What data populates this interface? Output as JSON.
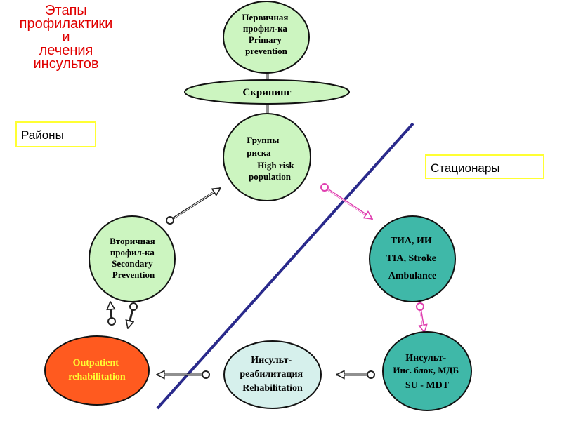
{
  "title": {
    "lines": [
      "Этапы",
      "профилактики",
      "и",
      "лечения",
      "инсультов"
    ]
  },
  "labels": {
    "districts": "Районы",
    "hospitals": "Стационары"
  },
  "nodes": {
    "primary": [
      "Первичная",
      "профил-ка",
      "Primary",
      "prevention"
    ],
    "screening": "Скрининг",
    "risk_groups": [
      "Группы",
      "риска",
      "High risk",
      "population"
    ],
    "secondary": [
      "Вторичная",
      "профил-ка",
      "Secondary",
      "Prevention"
    ],
    "tia": [
      "ТИА, ИИ",
      "TIA, Stroke",
      "Ambulance"
    ],
    "stroke_unit": [
      "Инсульт-",
      "Инс. блок, МДБ",
      "SU - MDT"
    ],
    "rehab": [
      "Инсульт-",
      "реабилитация",
      "Rehabilitation"
    ],
    "outpatient": [
      "Outpatient",
      "rehabilitation"
    ]
  },
  "colors": {
    "title": "#e00000",
    "node_light": "#ccf5c0",
    "node_teal": "#3fb8a8",
    "node_pale": "#d6f0ec",
    "node_orange": "#ff5a1f",
    "outpatient_text": "#ffff33",
    "divider": "#2a2a8c",
    "arrow_dark": "#222222",
    "arrow_pink": "#e040b0",
    "box_border": "#ffff33"
  }
}
